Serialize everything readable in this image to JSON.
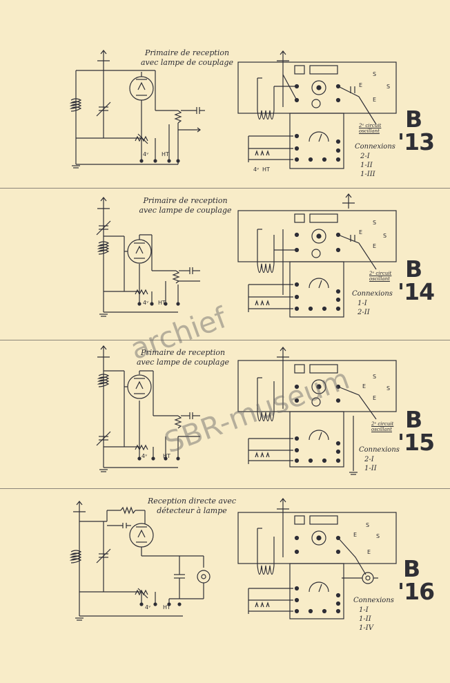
{
  "sections": [
    {
      "title_line1": "Primaire de reception",
      "title_line2": "avec lampe de couplage",
      "code_letter": "B",
      "code_number": "'13",
      "connexions_header": "Connexions",
      "connexions": [
        "2-I",
        "1-II",
        "1-III"
      ],
      "label_4v": "4ᵛ",
      "label_ht": "HT",
      "label_circuit": "2ᵉ circuit oscillant",
      "label_e": "E",
      "label_s": "S"
    },
    {
      "title_line1": "Primaire de reception",
      "title_line2": "avec lampe de couplage",
      "code_letter": "B",
      "code_number": "'14",
      "connexions_header": "Connexions",
      "connexions": [
        "1-I",
        "2-II"
      ],
      "label_4v": "4ᵛ",
      "label_ht": "HT",
      "label_circuit": "2ᵉ circuit oscillant",
      "label_e": "E",
      "label_s": "S"
    },
    {
      "title_line1": "Primaire de reception",
      "title_line2": "avec lampe de couplage",
      "code_letter": "B",
      "code_number": "'15",
      "connexions_header": "Connexions",
      "connexions": [
        "2-I",
        "1-II"
      ],
      "label_4v": "4ᵛ",
      "label_ht": "HT",
      "label_circuit": "2ᵉ circuit oscillant",
      "label_e": "E",
      "label_s": "S"
    },
    {
      "title_line1": "Reception directe avec",
      "title_line2": "détecteur à lampe",
      "code_letter": "B",
      "code_number": "'16",
      "connexions_header": "Connexions",
      "connexions": [
        "1-I",
        "1-II",
        "1-IV"
      ],
      "label_4v": "4ᵛ",
      "label_ht": "HT",
      "label_e": "E",
      "label_s": "S"
    }
  ],
  "watermark": {
    "line1": "archief",
    "line2": "SBR-museum"
  }
}
